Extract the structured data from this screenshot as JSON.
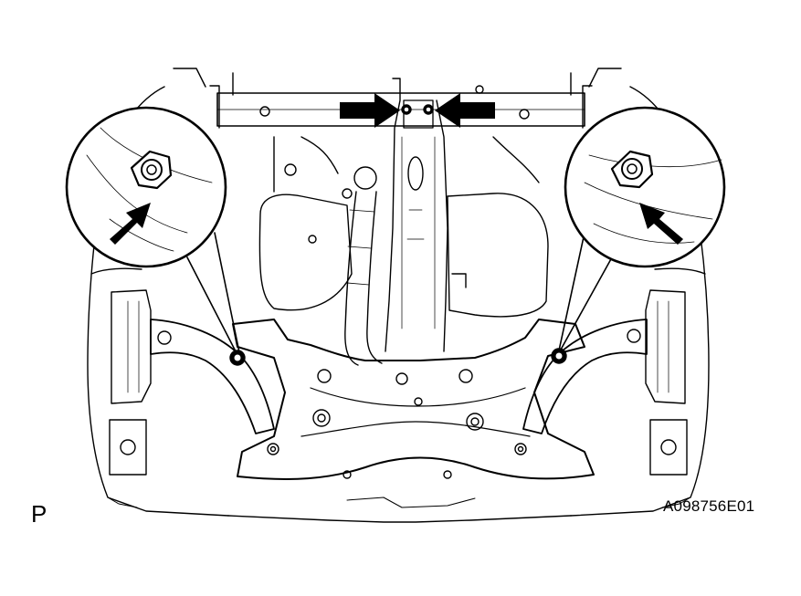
{
  "figure": {
    "corner_label": "P",
    "figure_id": "A098756E01"
  },
  "colors": {
    "ink": "#000000",
    "paper": "#ffffff"
  },
  "parts": {
    "callouts": [
      "bolt-detail-callout-left",
      "bolt-detail-callout-right"
    ],
    "arrows": [
      "arrow-top-left",
      "arrow-top-right",
      "arrow-callout-left",
      "arrow-callout-right"
    ]
  }
}
